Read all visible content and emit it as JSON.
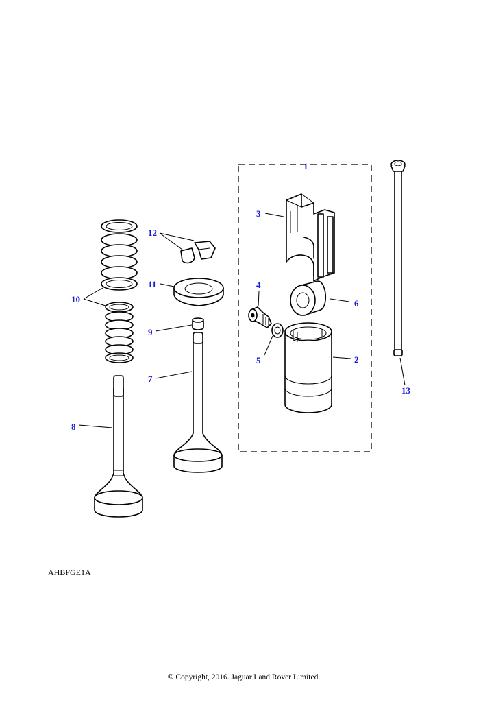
{
  "diagram": {
    "callouts": [
      {
        "id": "c1",
        "label": "1"
      },
      {
        "id": "c2",
        "label": "2"
      },
      {
        "id": "c3",
        "label": "3"
      },
      {
        "id": "c4",
        "label": "4"
      },
      {
        "id": "c5",
        "label": "5"
      },
      {
        "id": "c6",
        "label": "6"
      },
      {
        "id": "c7",
        "label": "7"
      },
      {
        "id": "c8",
        "label": "8"
      },
      {
        "id": "c9",
        "label": "9"
      },
      {
        "id": "c10",
        "label": "10"
      },
      {
        "id": "c11",
        "label": "11"
      },
      {
        "id": "c12",
        "label": "12"
      },
      {
        "id": "c13",
        "label": "13"
      }
    ],
    "callout_color": "#1a1ad6"
  },
  "footer": {
    "reference_code": "AHBFGE1A",
    "copyright": "© Copyright, 2016. Jaguar Land Rover Limited."
  }
}
